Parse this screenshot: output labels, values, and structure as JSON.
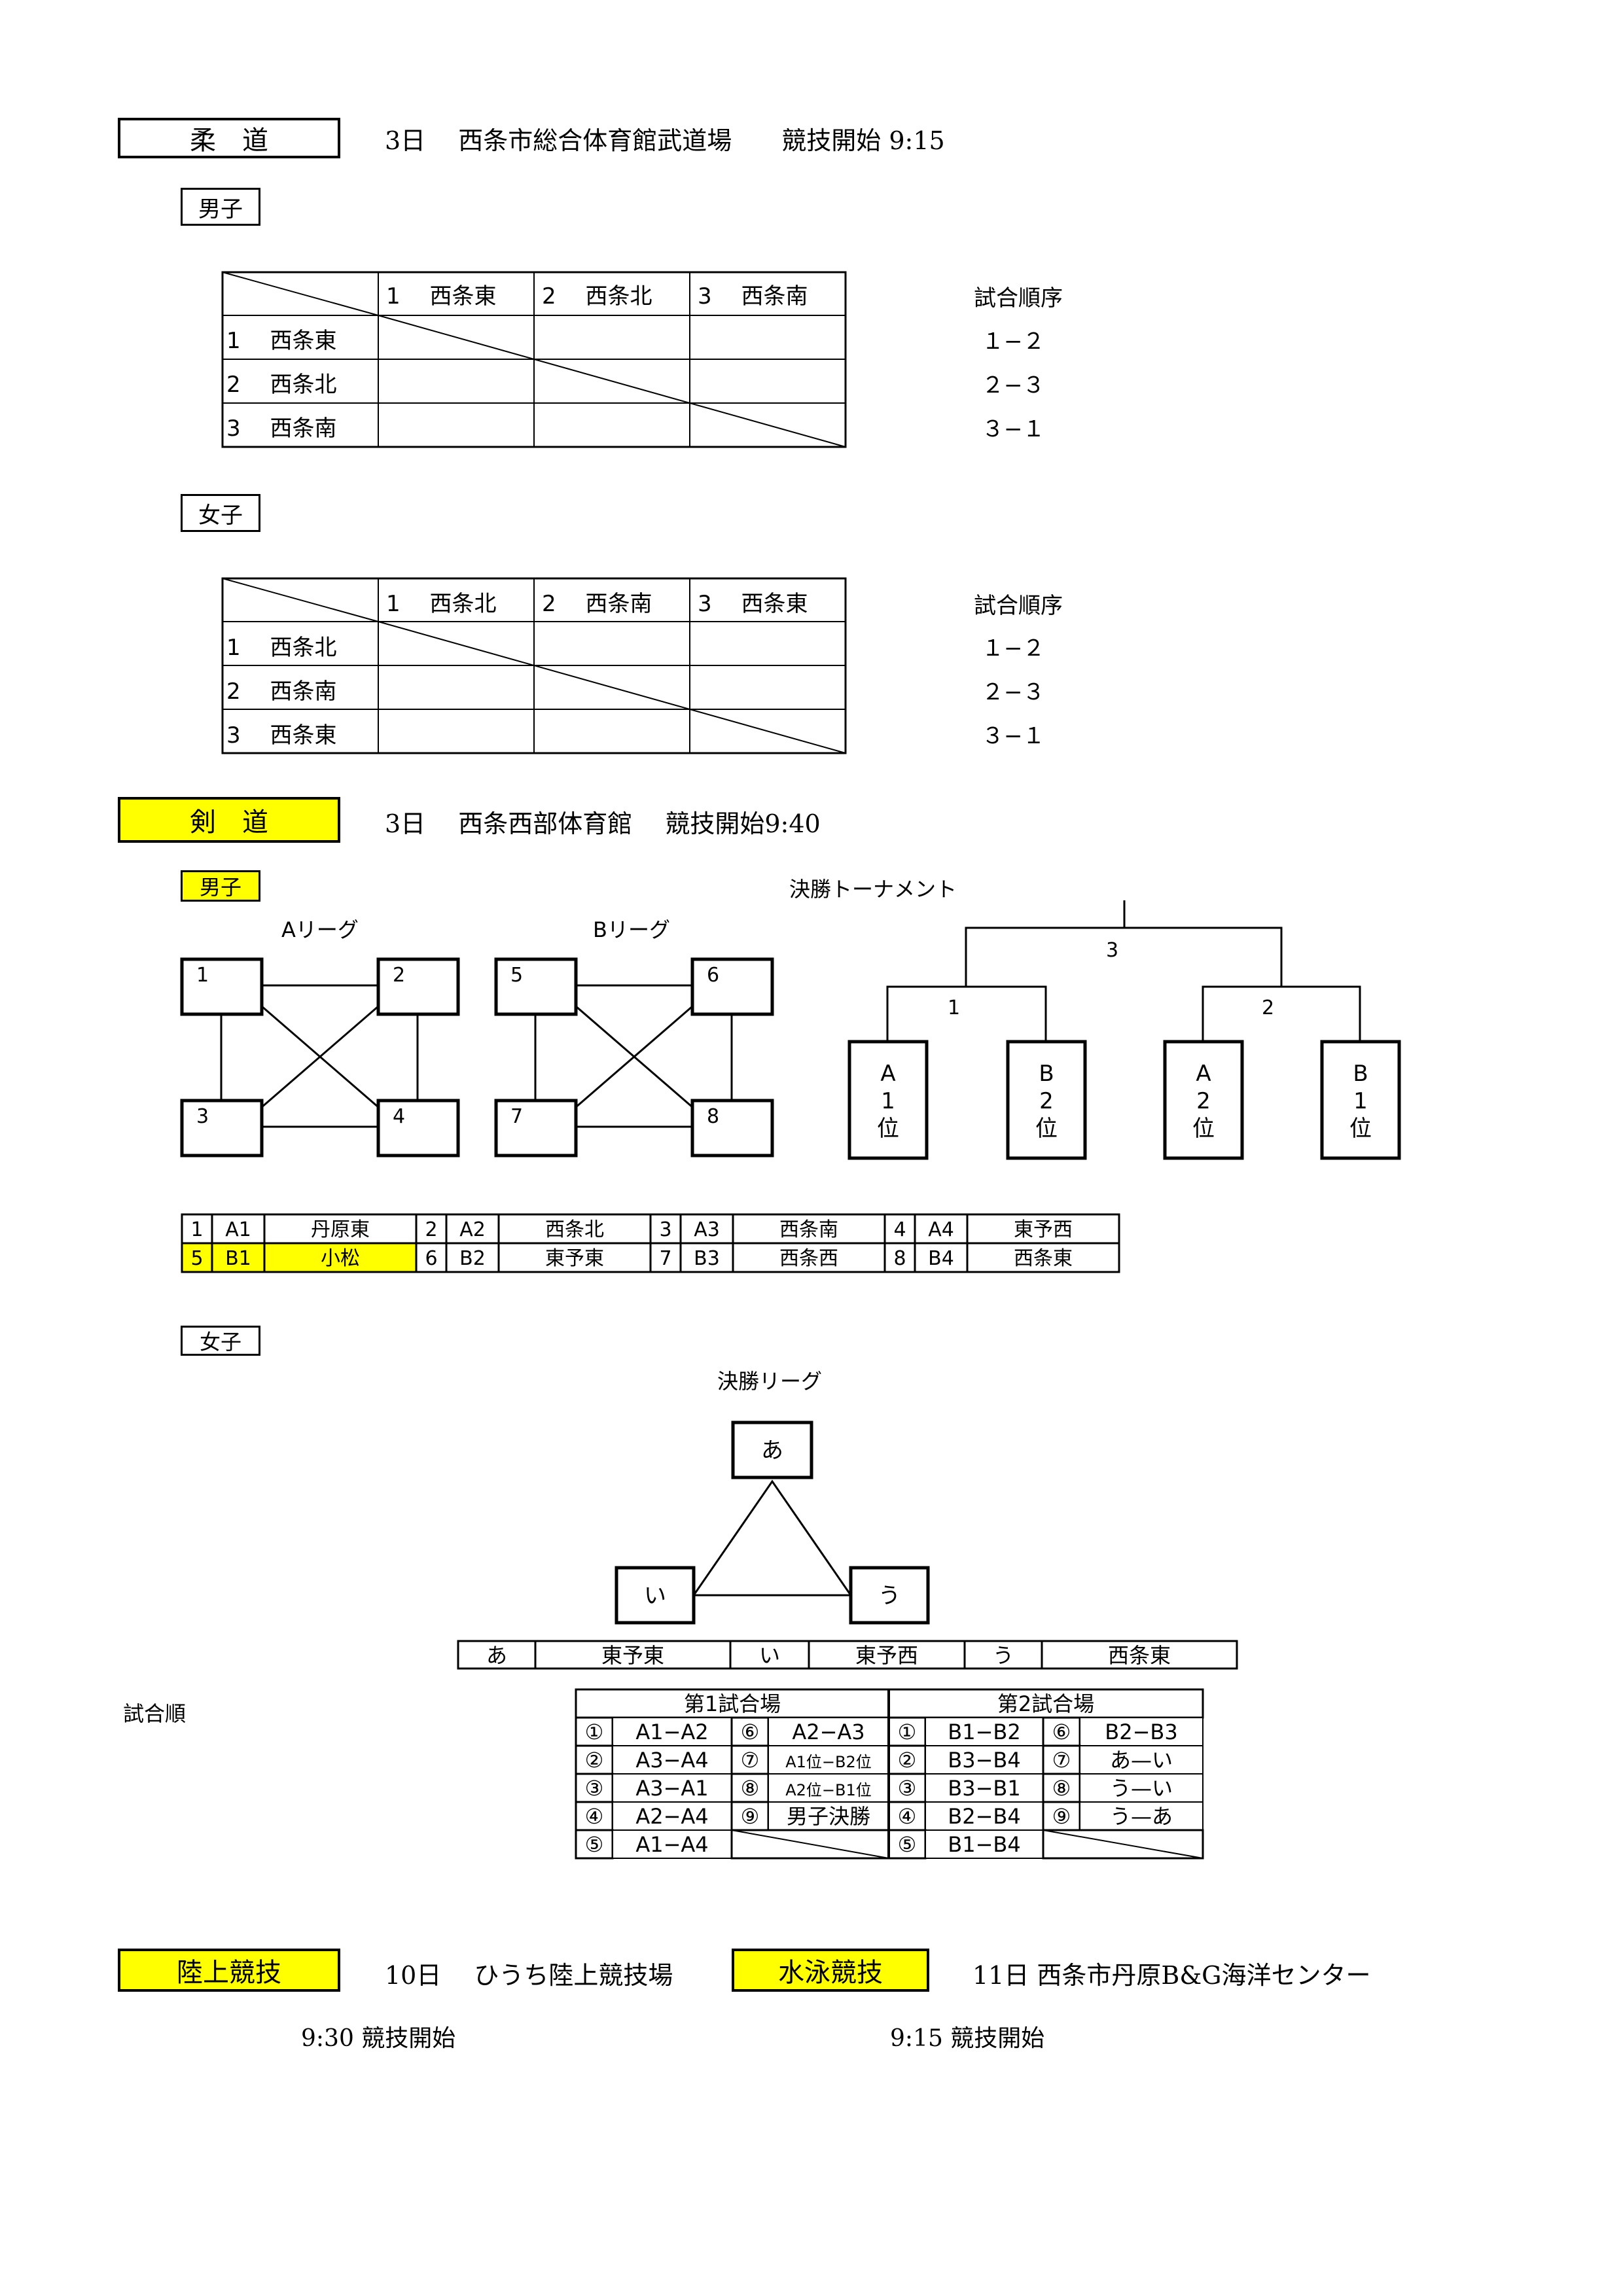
{
  "judo": {
    "label": "柔　道",
    "info": "3日　 西条市総合体育館武道場　　競技開始  9:15",
    "men": {
      "label": "男子",
      "teams": [
        "西条東",
        "西条北",
        "西条南"
      ],
      "order_title": "試合順序",
      "order": [
        "１−２",
        "２−３",
        "３−１"
      ]
    },
    "women": {
      "label": "女子",
      "teams": [
        "西条北",
        "西条南",
        "西条東"
      ],
      "order_title": "試合順序",
      "order": [
        "１−２",
        "２−３",
        "３−１"
      ]
    }
  },
  "kendo": {
    "label": "剣　道",
    "info": "3日　 西条西部体育館　 競技開始9:40",
    "men_label": "男子",
    "a_league": "Aリーグ",
    "b_league": "Bリーグ",
    "a_nodes": [
      "1",
      "2",
      "3",
      "4"
    ],
    "b_nodes": [
      "5",
      "6",
      "7",
      "8"
    ],
    "tournament": {
      "title": "決勝トーナメント",
      "final_no": "3",
      "left_no": "1",
      "right_no": "2",
      "boxes": [
        [
          "A",
          "1",
          "位"
        ],
        [
          "B",
          "2",
          "位"
        ],
        [
          "A",
          "2",
          "位"
        ],
        [
          "B",
          "1",
          "位"
        ]
      ]
    },
    "assign_rows": [
      [
        [
          "1",
          "A1",
          "丹原東"
        ],
        [
          "2",
          "A2",
          "西条北"
        ],
        [
          "3",
          "A3",
          "西条南"
        ],
        [
          "4",
          "A4",
          "東予西"
        ]
      ],
      [
        [
          "5",
          "B1",
          "小松"
        ],
        [
          "6",
          "B2",
          "東予東"
        ],
        [
          "7",
          "B3",
          "西条西"
        ],
        [
          "8",
          "B4",
          "西条東"
        ]
      ]
    ],
    "highlight_color": "#ffff00",
    "women_label": "女子",
    "final_league": {
      "title": "決勝リーグ",
      "nodes": [
        "あ",
        "い",
        "う"
      ],
      "assign": [
        [
          "あ",
          "東予東"
        ],
        [
          "い",
          "東予西"
        ],
        [
          "う",
          "西条東"
        ]
      ]
    },
    "order_label": "試合順",
    "schedule": {
      "court1": "第1試合場",
      "court2": "第2試合場",
      "rows": [
        [
          "①",
          "A1−A2",
          "⑥",
          "A2−A3",
          "①",
          "B1−B2",
          "⑥",
          "B2−B3"
        ],
        [
          "②",
          "A3−A4",
          "⑦",
          "A1位−B2位",
          "②",
          "B3−B4",
          "⑦",
          "あ—い"
        ],
        [
          "③",
          "A3−A1",
          "⑧",
          "A2位−B1位",
          "③",
          "B3−B1",
          "⑧",
          "う—い"
        ],
        [
          "④",
          "A2−A4",
          "⑨",
          "男子決勝",
          "④",
          "B2−B4",
          "⑨",
          "う—あ"
        ],
        [
          "⑤",
          "A1−A4",
          "",
          "",
          "⑤",
          "B1−B4",
          "",
          ""
        ]
      ]
    }
  },
  "athletics": {
    "label": "陸上競技",
    "info": "10日　 ひうち陸上競技場",
    "start": "9:30  競技開始"
  },
  "swimming": {
    "label": "水泳競技",
    "info": "11日  西条市丹原B&G海洋センター",
    "start": "9:15  競技開始"
  }
}
